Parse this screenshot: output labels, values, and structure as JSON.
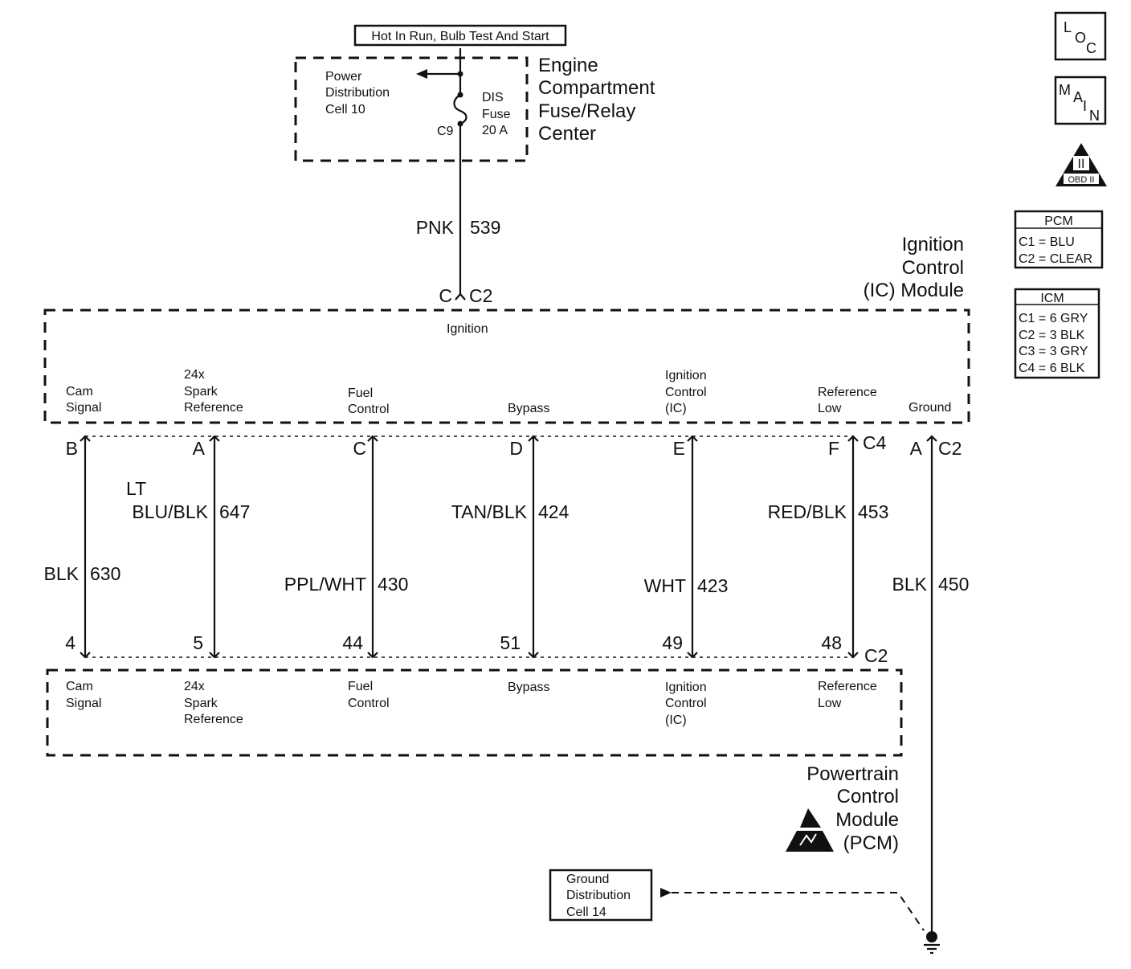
{
  "header": {
    "power_label": "Hot In Run, Bulb Test And Start"
  },
  "fuse_center": {
    "title_lines": [
      "Engine",
      "Compartment",
      "Fuse/Relay",
      "Center"
    ],
    "power_dist_lines": [
      "Power",
      "Distribution",
      "Cell 10"
    ],
    "fuse_lines": [
      "DIS",
      "Fuse",
      "20 A"
    ],
    "connector": "C9"
  },
  "feed_wire": {
    "color": "PNK",
    "circuit": "539"
  },
  "icm": {
    "title_lines": [
      "Ignition",
      "Control",
      "(IC) Module"
    ],
    "top_connector": {
      "pin": "C",
      "connector": "C2"
    },
    "ignition_label": "Ignition",
    "pin_labels": [
      {
        "lines": [
          "Cam",
          "Signal"
        ]
      },
      {
        "lines": [
          "24x",
          "Spark",
          "Reference"
        ]
      },
      {
        "lines": [
          "Fuel",
          "Control"
        ]
      },
      {
        "lines": [
          "Bypass"
        ]
      },
      {
        "lines": [
          "Ignition",
          "Control",
          "(IC)"
        ]
      },
      {
        "lines": [
          "Reference",
          "Low"
        ]
      },
      {
        "lines": [
          "Ground"
        ]
      }
    ],
    "bottom_connector": "C4",
    "ground_connector": "C2"
  },
  "wires": [
    {
      "pin_top": "B",
      "color_lines": [
        "BLK"
      ],
      "circuit": "630",
      "pin_bottom": "4"
    },
    {
      "pin_top": "A",
      "color_lines": [
        "LT",
        "BLU/BLK"
      ],
      "circuit": "647",
      "pin_bottom": "5"
    },
    {
      "pin_top": "C",
      "color_lines": [
        "PPL/WHT"
      ],
      "circuit": "430",
      "pin_bottom": "44"
    },
    {
      "pin_top": "D",
      "color_lines": [
        "TAN/BLK"
      ],
      "circuit": "424",
      "pin_bottom": "51"
    },
    {
      "pin_top": "E",
      "color_lines": [
        "WHT"
      ],
      "circuit": "423",
      "pin_bottom": "49"
    },
    {
      "pin_top": "F",
      "color_lines": [
        "RED/BLK"
      ],
      "circuit": "453",
      "pin_bottom": "48"
    }
  ],
  "ground_wire": {
    "pin_top": "A",
    "color": "BLK",
    "circuit": "450"
  },
  "pcm": {
    "title_lines": [
      "Powertrain",
      "Control",
      "Module",
      "(PCM)"
    ],
    "connector": "C2",
    "pin_labels": [
      {
        "lines": [
          "Cam",
          "Signal"
        ]
      },
      {
        "lines": [
          "24x",
          "Spark",
          "Reference"
        ]
      },
      {
        "lines": [
          "Fuel",
          "Control"
        ]
      },
      {
        "lines": [
          "Bypass"
        ]
      },
      {
        "lines": [
          "Ignition",
          "Control",
          "(IC)"
        ]
      },
      {
        "lines": [
          "Reference",
          "Low"
        ]
      }
    ]
  },
  "ground_dist": {
    "lines": [
      "Ground",
      "Distribution",
      "Cell 14"
    ]
  },
  "side": {
    "loc": [
      "L",
      "O",
      "C"
    ],
    "main": [
      "M",
      "A",
      "I",
      "N"
    ],
    "obd_numeral": "II",
    "obd_label": "OBD II",
    "pcm_legend": {
      "title": "PCM",
      "rows": [
        "C1 = BLU",
        "C2 = CLEAR"
      ]
    },
    "icm_legend": {
      "title": "ICM",
      "rows": [
        "C1 = 6 GRY",
        "C2 = 3 BLK",
        "C3 = 3 GRY",
        "C4 = 6 BLK"
      ]
    }
  }
}
